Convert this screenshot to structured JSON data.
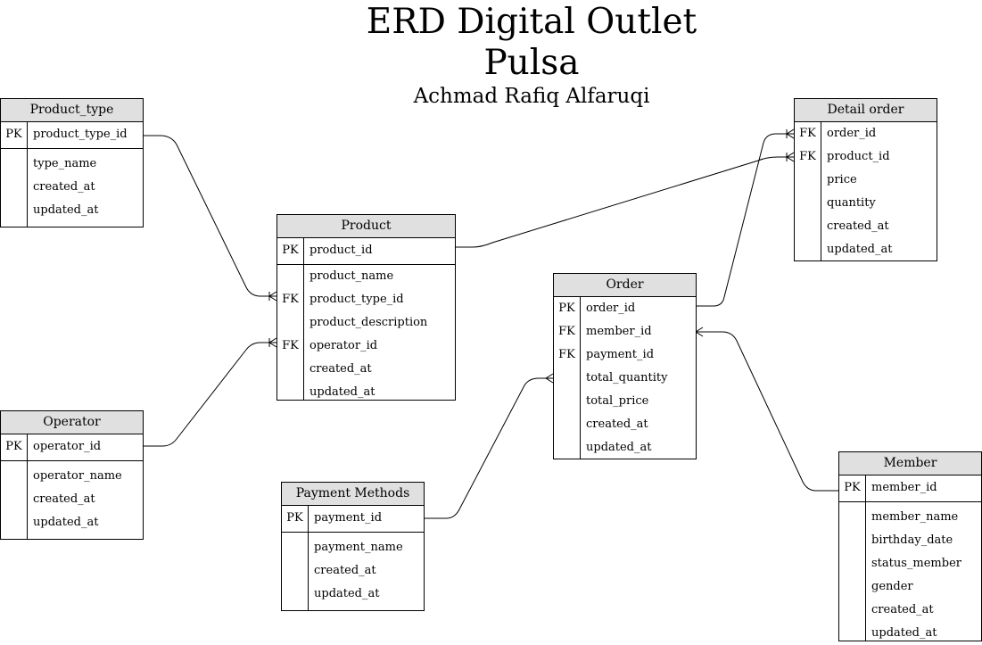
{
  "diagram": {
    "title_line1": "ERD Digital Outlet",
    "title_line2": "Pulsa",
    "author": "Achmad Rafiq Alfaruqi"
  },
  "entities": {
    "product_type": {
      "name": "Product_type",
      "fields": [
        {
          "key": "PK",
          "name": "product_type_id"
        },
        {
          "key": "",
          "name": "type_name"
        },
        {
          "key": "",
          "name": "created_at"
        },
        {
          "key": "",
          "name": "updated_at"
        }
      ]
    },
    "operator": {
      "name": "Operator",
      "fields": [
        {
          "key": "PK",
          "name": "operator_id"
        },
        {
          "key": "",
          "name": "operator_name"
        },
        {
          "key": "",
          "name": "created_at"
        },
        {
          "key": "",
          "name": "updated_at"
        }
      ]
    },
    "product": {
      "name": "Product",
      "fields": [
        {
          "key": "PK",
          "name": "product_id"
        },
        {
          "key": "",
          "name": "product_name"
        },
        {
          "key": "FK",
          "name": "product_type_id"
        },
        {
          "key": "",
          "name": "product_description"
        },
        {
          "key": "FK",
          "name": "operator_id"
        },
        {
          "key": "",
          "name": "created_at"
        },
        {
          "key": "",
          "name": "updated_at"
        }
      ]
    },
    "payment_methods": {
      "name": "Payment Methods",
      "fields": [
        {
          "key": "PK",
          "name": "payment_id"
        },
        {
          "key": "",
          "name": "payment_name"
        },
        {
          "key": "",
          "name": "created_at"
        },
        {
          "key": "",
          "name": "updated_at"
        }
      ]
    },
    "order": {
      "name": "Order",
      "fields": [
        {
          "key": "PK",
          "name": "order_id"
        },
        {
          "key": "FK",
          "name": "member_id"
        },
        {
          "key": "FK",
          "name": "payment_id"
        },
        {
          "key": "",
          "name": "total_quantity"
        },
        {
          "key": "",
          "name": "total_price"
        },
        {
          "key": "",
          "name": "created_at"
        },
        {
          "key": "",
          "name": "updated_at"
        }
      ]
    },
    "detail_order": {
      "name": "Detail order",
      "fields": [
        {
          "key": "FK",
          "name": "order_id"
        },
        {
          "key": "FK",
          "name": "product_id"
        },
        {
          "key": "",
          "name": "price"
        },
        {
          "key": "",
          "name": "quantity"
        },
        {
          "key": "",
          "name": "created_at"
        },
        {
          "key": "",
          "name": "updated_at"
        }
      ]
    },
    "member": {
      "name": "Member",
      "fields": [
        {
          "key": "PK",
          "name": "member_id"
        },
        {
          "key": "",
          "name": "member_name"
        },
        {
          "key": "",
          "name": "birthday_date"
        },
        {
          "key": "",
          "name": "status_member"
        },
        {
          "key": "",
          "name": "gender"
        },
        {
          "key": "",
          "name": "created_at"
        },
        {
          "key": "",
          "name": "updated_at"
        }
      ]
    }
  }
}
